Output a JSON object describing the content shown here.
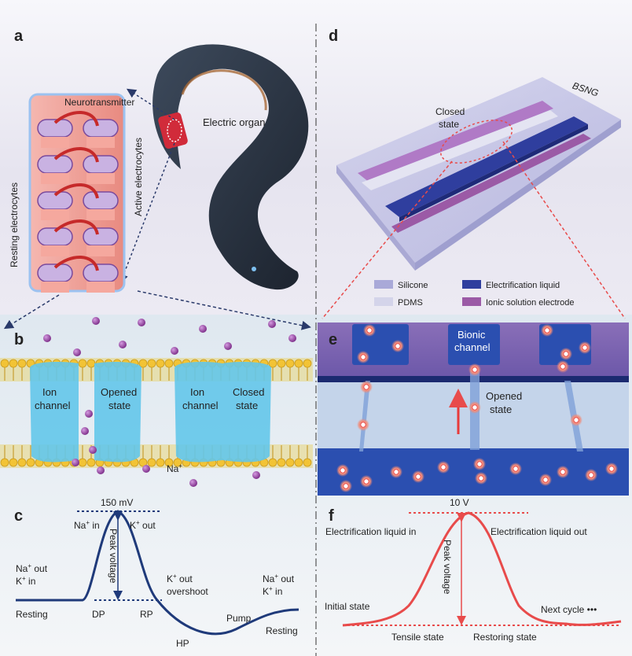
{
  "panels": {
    "a": {
      "letter": "a",
      "neurotransmitter": "Neurotransmitter",
      "active_electrocytes": "Active electrocytes",
      "resting_electrocytes": "Resting electrocytes",
      "electric_organ": "Electric organ"
    },
    "b": {
      "letter": "b",
      "ion_channel_1": "Ion",
      "ion_channel_1b": "channel",
      "opened_state_1": "Opened",
      "opened_state_1b": "state",
      "ion_channel_2": "Ion",
      "ion_channel_2b": "channel",
      "closed_state": "Closed",
      "closed_state_b": "state",
      "na_label": "Na",
      "na_sup": "+"
    },
    "c": {
      "letter": "c",
      "peak_value": "150 mV",
      "na_in": "Na",
      "na_in_sup": "+",
      "na_in_suffix": " in",
      "k_out": "K",
      "k_out_sup": "+",
      "k_out_suffix": " out",
      "na_out": "Na",
      "na_out_sup": "+",
      "na_out_suffix": " out",
      "k_in": "K",
      "k_in_sup": "+",
      "k_in_suffix": " in",
      "peak_voltage": "Peak voltage",
      "k_out_2": "K",
      "k_out_2_sup": "+",
      "k_out_2_suffix": " out",
      "overshoot": "overshoot",
      "na_out_2": "Na",
      "na_out_2_sup": "+",
      "na_out_2_suffix": " out",
      "k_in_2": "K",
      "k_in_2_sup": "+",
      "k_in_2_suffix": " in",
      "resting_1": "Resting",
      "dp": "DP",
      "rp": "RP",
      "pump": "Pump",
      "resting_2": "Resting",
      "hp": "HP"
    },
    "d": {
      "letter": "d",
      "bsng": "BSNG",
      "closed": "Closed",
      "state": "state",
      "legend": [
        {
          "label": "Silicone",
          "color": "#a9a9d8"
        },
        {
          "label": "Electrification liquid",
          "color": "#2f3e9e"
        },
        {
          "label": "PDMS",
          "color": "#d4d4ea"
        },
        {
          "label": "Ionic solution electrode",
          "color": "#9b5aa6"
        }
      ]
    },
    "e": {
      "letter": "e",
      "bionic": "Bionic",
      "channel": "channel",
      "opened": "Opened",
      "state": "state"
    },
    "f": {
      "letter": "f",
      "peak_value": "10 V",
      "liquid_in": "Electrification liquid in",
      "liquid_out": "Electrification liquid out",
      "peak_voltage": "Peak voltage",
      "initial_state": "Initial state",
      "next_cycle": "Next cycle •••",
      "tensile_state": "Tensile state",
      "restoring_state": "Restoring state"
    }
  },
  "colors": {
    "curve_c": "#1f3a7a",
    "curve_f": "#e84b4b",
    "na_ion": "#8a2e8e",
    "channel_blue": "#2b4fb0",
    "membrane": "#f2c335",
    "ion_channel": "#5fc6e8"
  }
}
